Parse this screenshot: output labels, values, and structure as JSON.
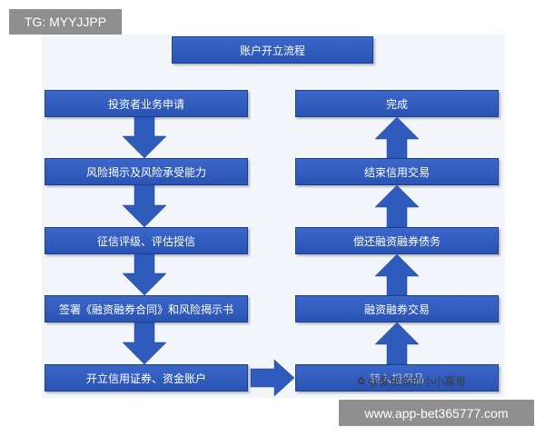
{
  "overlays": {
    "tag_top": "TG: MYYJJPP",
    "tag_bottom": "www.app-bet365777.com",
    "watermark": "@爱旅游的小小嘉哥",
    "watermark_icon": "paw-icon"
  },
  "diagram": {
    "title": "账户开立流程",
    "left_steps": [
      "投资者业务申请",
      "风险揭示及风险承受能力",
      "征信评级、评估授信",
      "签署《融资融券合同》和风险揭示书",
      "开立信用证券、资金账户"
    ],
    "right_steps": [
      "转入担保品",
      "融资融券交易",
      "偿还融资融券债务",
      "结束信用交易",
      "完成"
    ]
  },
  "colors": {
    "box_fill": "#2f5bbd",
    "box_border": "#1c3f8f",
    "arrow_fill": "#2f5bbd",
    "background": "#f2f6fb"
  }
}
